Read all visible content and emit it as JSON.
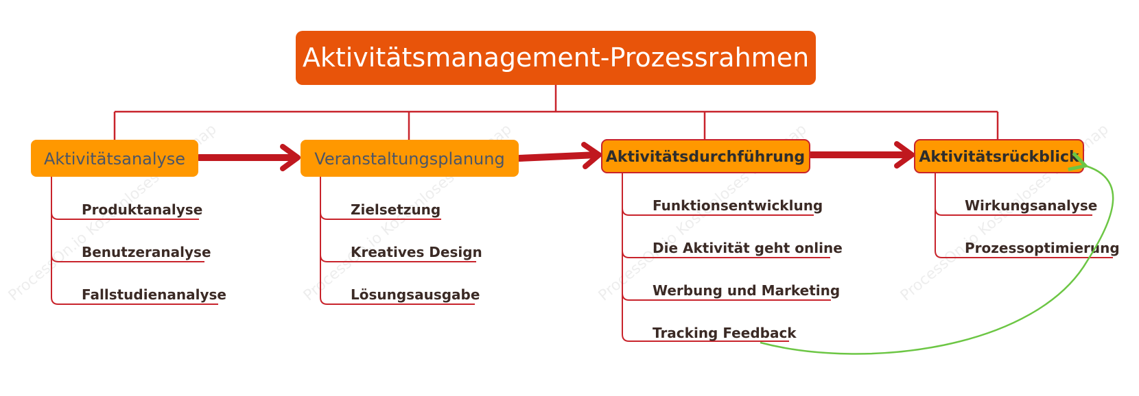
{
  "root": {
    "label": "Aktivitätsmanagement-Prozessrahmen",
    "color": "#e8540a"
  },
  "colors": {
    "phase_fill": "#ff9800",
    "connector": "#c8232b",
    "arrow": "#c0181f",
    "feedback_curve": "#6cc644",
    "root_text": "#ffffff"
  },
  "phases": [
    {
      "label": "Aktivitätsanalyse",
      "items": [
        "Produktanalyse",
        "Benutzeranalyse",
        "Fallstudienanalyse"
      ]
    },
    {
      "label": "Veranstaltungsplanung",
      "items": [
        "Zielsetzung",
        "Kreatives Design",
        "Lösungsausgabe"
      ]
    },
    {
      "label": "Aktivitätsdurchführung",
      "items": [
        "Funktionsentwicklung",
        "Die Aktivität geht online",
        "Werbung und Marketing",
        "Tracking Feedback"
      ]
    },
    {
      "label": "Aktivitätsrückblick",
      "items": [
        "Wirkungsanalyse",
        "Prozessoptimierung"
      ]
    }
  ],
  "watermark": "ProcessOn.io Kostenloses Mindmap"
}
